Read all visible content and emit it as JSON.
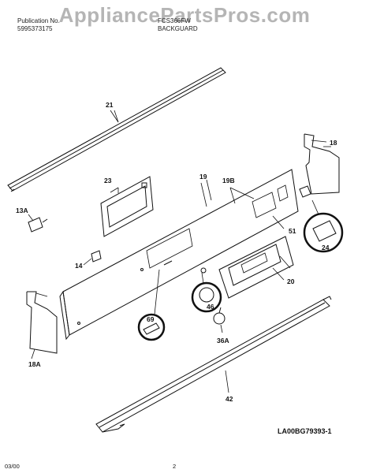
{
  "watermark": "AppliancePartsPros.com",
  "header": {
    "left_line1": "Publication No.",
    "left_line2": "5995373175",
    "mid_line1": "FCS366FW",
    "mid_line2": "BACKGUARD"
  },
  "parts": {
    "p21": "21",
    "p18": "18",
    "p23": "23",
    "p19": "19",
    "p19b": "19B",
    "p13a": "13A",
    "p51": "51",
    "p24": "24",
    "p14": "14",
    "p20": "20",
    "p46": "46",
    "p18a": "18A",
    "p69": "69",
    "p36a": "36A",
    "p42": "42"
  },
  "drawing_code": "LA00BG79393-1",
  "footer": {
    "date": "03/00",
    "page": "2"
  }
}
